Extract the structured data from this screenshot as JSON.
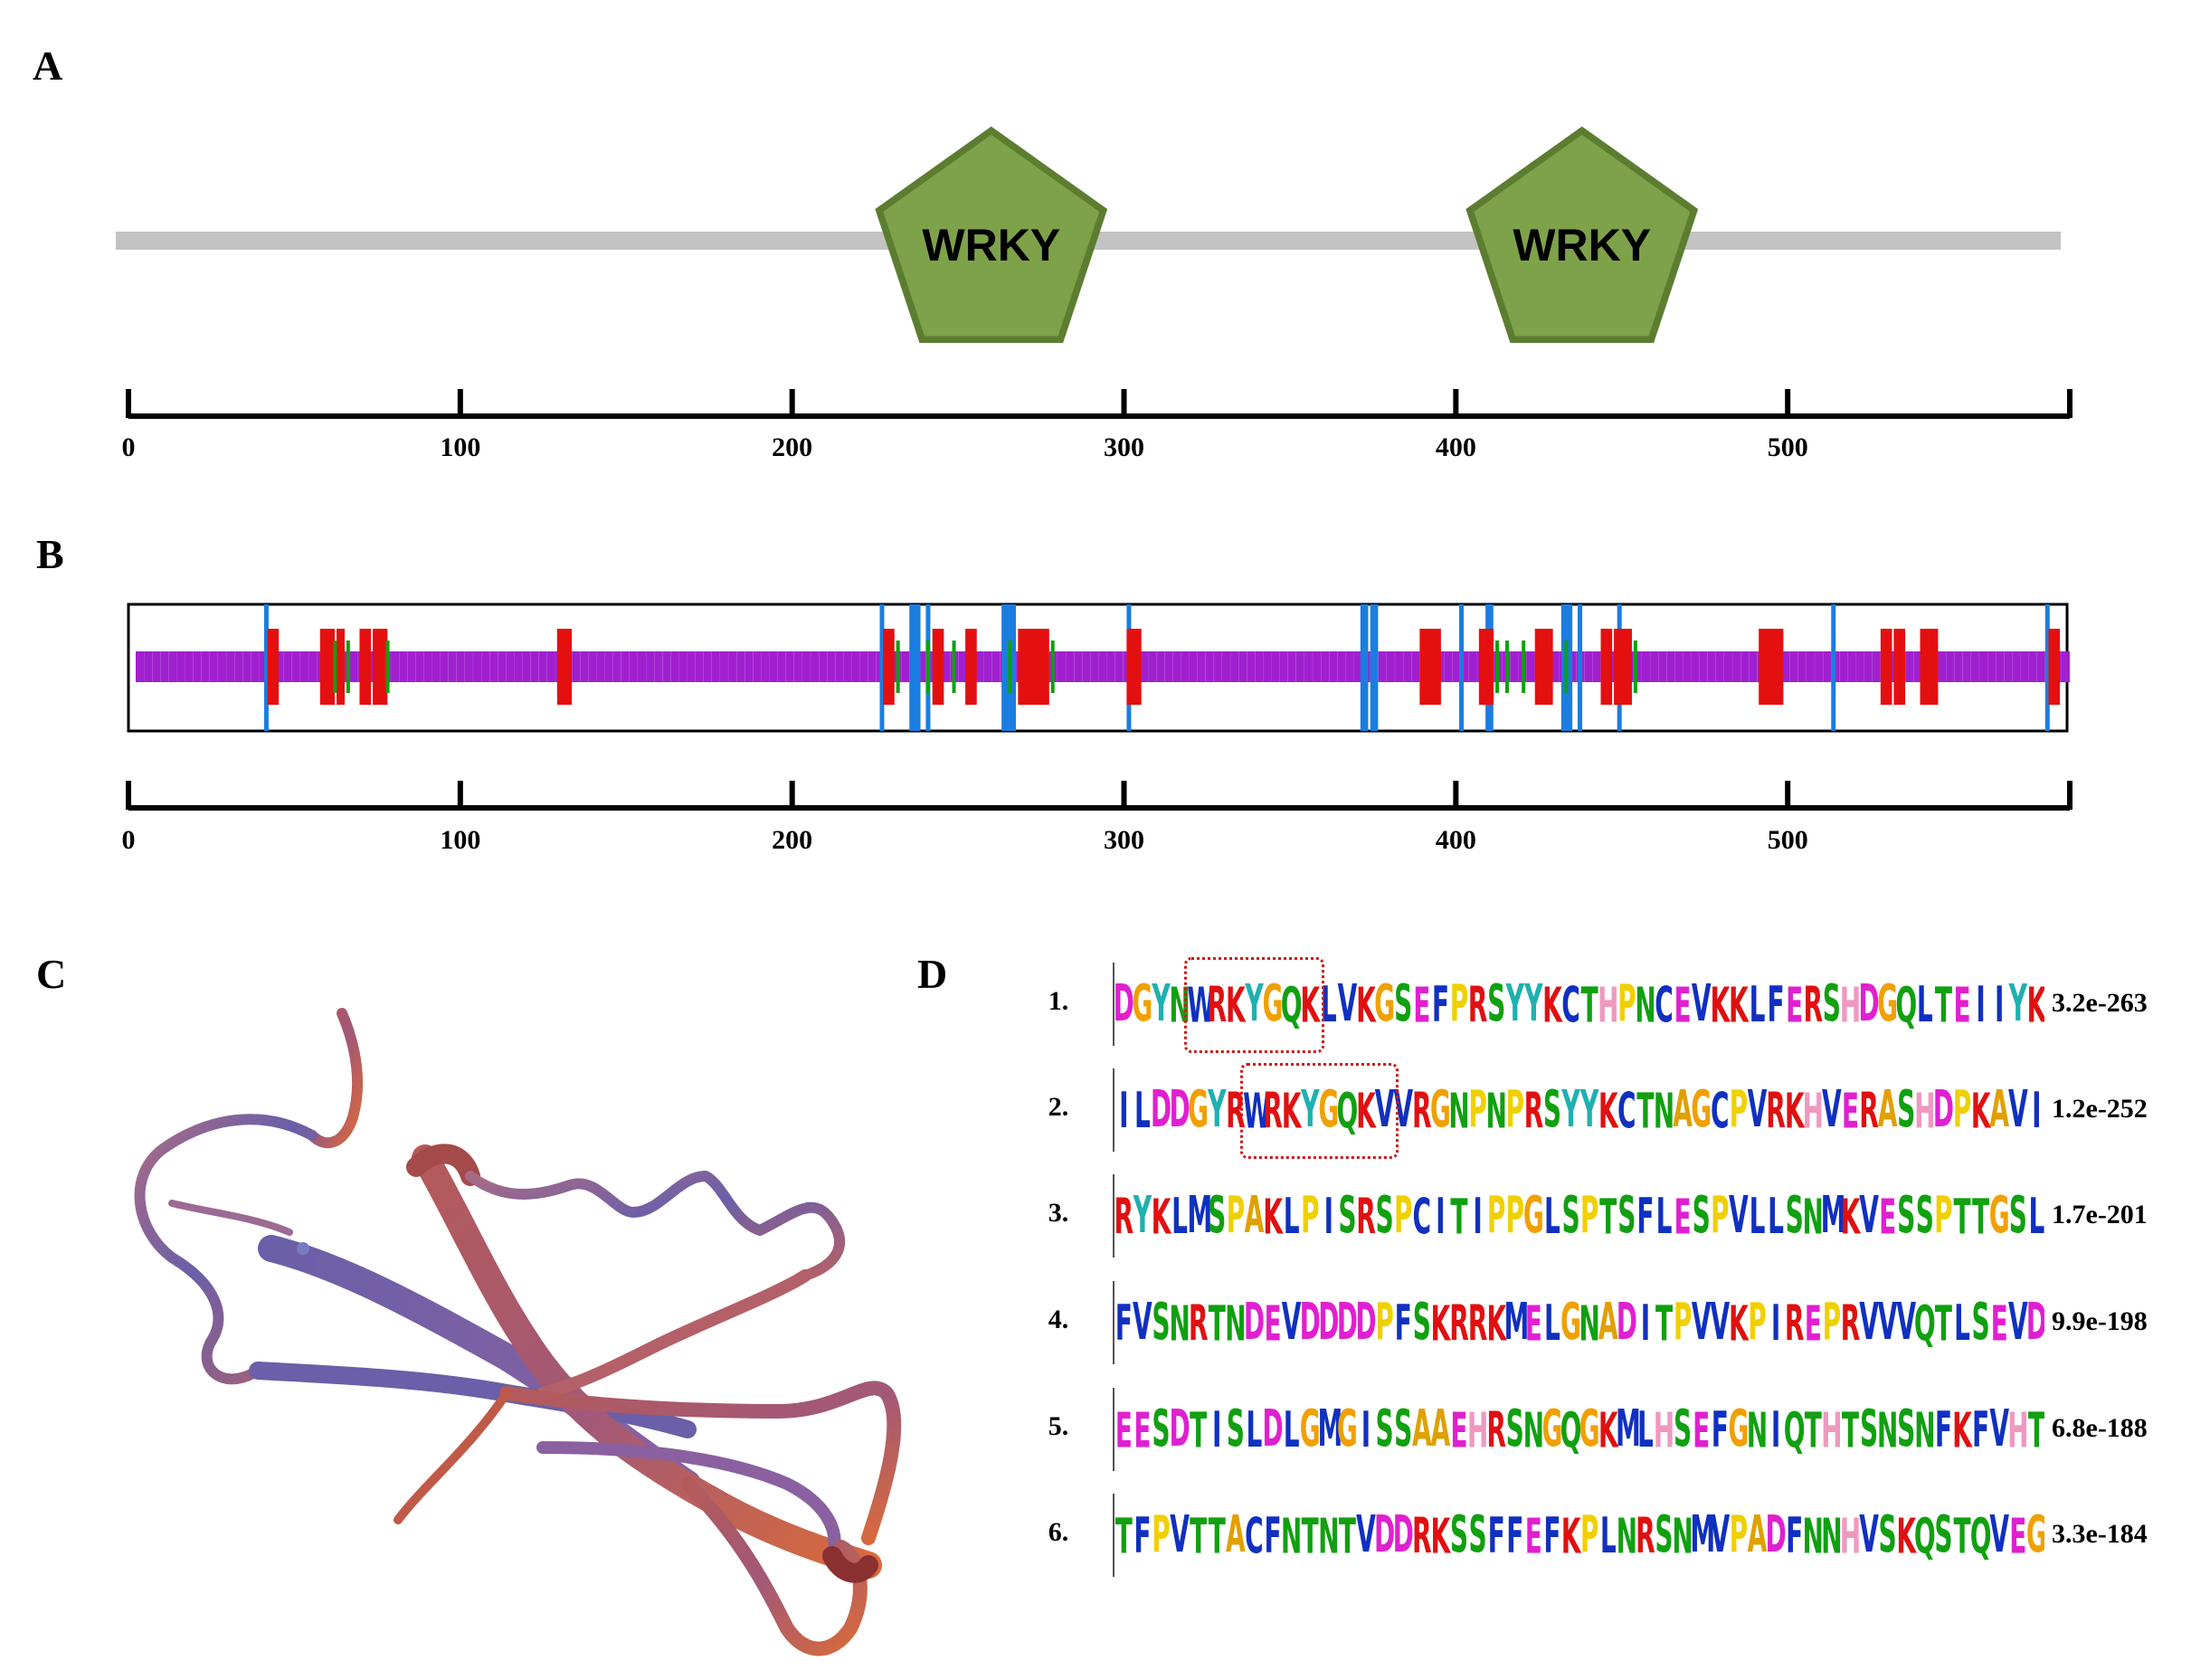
{
  "panels": {
    "a": "A",
    "b": "B",
    "c": "C",
    "d": "D"
  },
  "panel_a": {
    "domains": [
      {
        "label": "WRKY",
        "center": 260,
        "color": "#7ea24a"
      },
      {
        "label": "WRKY",
        "center": 438,
        "color": "#7ea24a"
      }
    ],
    "protein_length": 585,
    "backbone_color": "#c3c3c3"
  },
  "axis": {
    "ticks": [
      "0",
      "100",
      "200",
      "300",
      "400",
      "500"
    ],
    "tick_values": [
      0,
      100,
      200,
      300,
      400,
      500
    ],
    "max": 585
  },
  "panel_b": {
    "helix_color": "#a020d0",
    "strand_color": "#e41010",
    "turn_color": "#10a010",
    "blue_color": "#1a7de0",
    "strands": [
      40,
      41,
      56,
      57,
      58,
      61,
      68,
      69,
      72,
      73,
      74,
      128,
      129,
      130,
      227,
      228,
      242,
      243,
      252,
      253,
      268,
      269,
      270,
      271,
      273,
      274,
      275,
      301,
      302,
      303,
      390,
      391,
      392,
      393,
      394,
      408,
      409,
      410,
      425,
      426,
      427,
      428,
      445,
      446,
      449,
      450,
      451,
      452,
      493,
      494,
      495,
      496,
      497,
      498,
      530,
      531,
      534,
      535,
      542,
      543,
      544,
      545,
      581,
      582
    ],
    "turns": [
      60,
      64,
      76,
      231,
      240,
      248,
      265,
      278,
      413,
      416,
      421,
      434,
      455
    ],
    "blue": [
      39,
      226,
      235,
      236,
      237,
      240,
      263,
      264,
      265,
      266,
      301,
      372,
      373,
      375,
      376,
      402,
      410,
      411,
      433,
      434,
      435,
      438,
      450,
      515,
      580
    ]
  },
  "panel_c": {
    "ribbon_colors": [
      "#6a5fa8",
      "#b46068",
      "#d86a3a"
    ]
  },
  "motifs": [
    {
      "num": "1.",
      "seq": "DGYNWRKYGQKLVKGSEFPRSYYKCTHPNCEVKKLFERSHDGQLTEIIYK",
      "evalue": "3.2e-263",
      "box": [
        4,
        10
      ]
    },
    {
      "num": "2.",
      "seq": "ILDDGYRWRKYGQKVVRGNPNPRSYYKCTNAGCPVRKHVERASHDPKAVI",
      "evalue": "1.2e-252",
      "box": [
        7,
        14
      ]
    },
    {
      "num": "3.",
      "seq": "RYKLMSPAKLPISRSPCITIPPGLSPTSFLESPVLLSNMKVESSPTTGSL",
      "evalue": "1.7e-201",
      "box": null
    },
    {
      "num": "4.",
      "seq": "FVSNRTNDEVDDDDPFSKRRKMELGNADITPVVKPIREPRVVVQTLSEVD",
      "evalue": "9.9e-198",
      "box": null
    },
    {
      "num": "5.",
      "seq": "EESDTISLDLGMGISSAAEHRSNGQGKMLHSEFGNIQTHTSNSNFKFVHT",
      "evalue": "6.8e-188",
      "box": null
    },
    {
      "num": "6.",
      "seq": "TFPVTTACFNTNTVDDRKSSFFEFKPLNRSNMVPADFNNHVSKQSTQVEG",
      "evalue": "3.3e-184",
      "box": null
    }
  ],
  "letter_colors": {
    "A": "#e0a000",
    "V": "#1030c0",
    "I": "#1030c0",
    "L": "#1030c0",
    "M": "#1030c0",
    "F": "#1030c0",
    "W": "#1030c0",
    "C": "#1030c0",
    "G": "#f0a000",
    "P": "#f0d000",
    "Y": "#20b0b0",
    "H": "#f098c0",
    "S": "#10a010",
    "T": "#10a010",
    "N": "#10a010",
    "Q": "#10a010",
    "D": "#e020d0",
    "E": "#e020d0",
    "K": "#e01010",
    "R": "#e01010"
  }
}
